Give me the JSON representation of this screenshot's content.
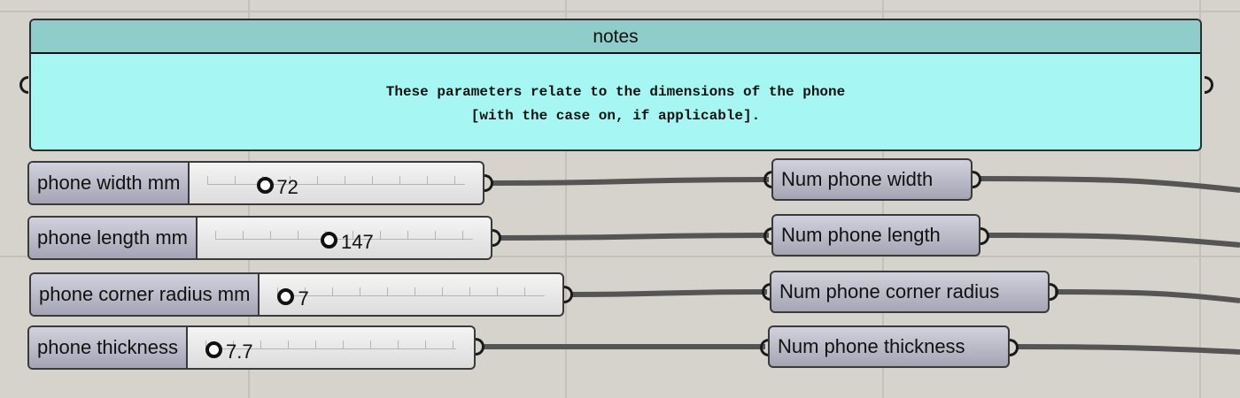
{
  "canvas": {
    "background": "#d6d3cd",
    "grid_color": "#c4c1bb",
    "wire_color": "#555555"
  },
  "notes": {
    "title": "notes",
    "line1": "These parameters relate to the dimensions of the phone",
    "line2": "[with the case on, if applicable].",
    "header_color": "#8ecdca",
    "body_color": "#a6f7f3"
  },
  "sliders": [
    {
      "label": "phone width mm",
      "value": "72"
    },
    {
      "label": "phone length mm",
      "value": "147"
    },
    {
      "label": "phone corner radius mm",
      "value": "7"
    },
    {
      "label": "phone thickness",
      "value": "7.7"
    }
  ],
  "numbers": [
    {
      "label": "Num phone width"
    },
    {
      "label": "Num phone length"
    },
    {
      "label": "Num phone corner radius"
    },
    {
      "label": "Num phone thickness"
    }
  ]
}
